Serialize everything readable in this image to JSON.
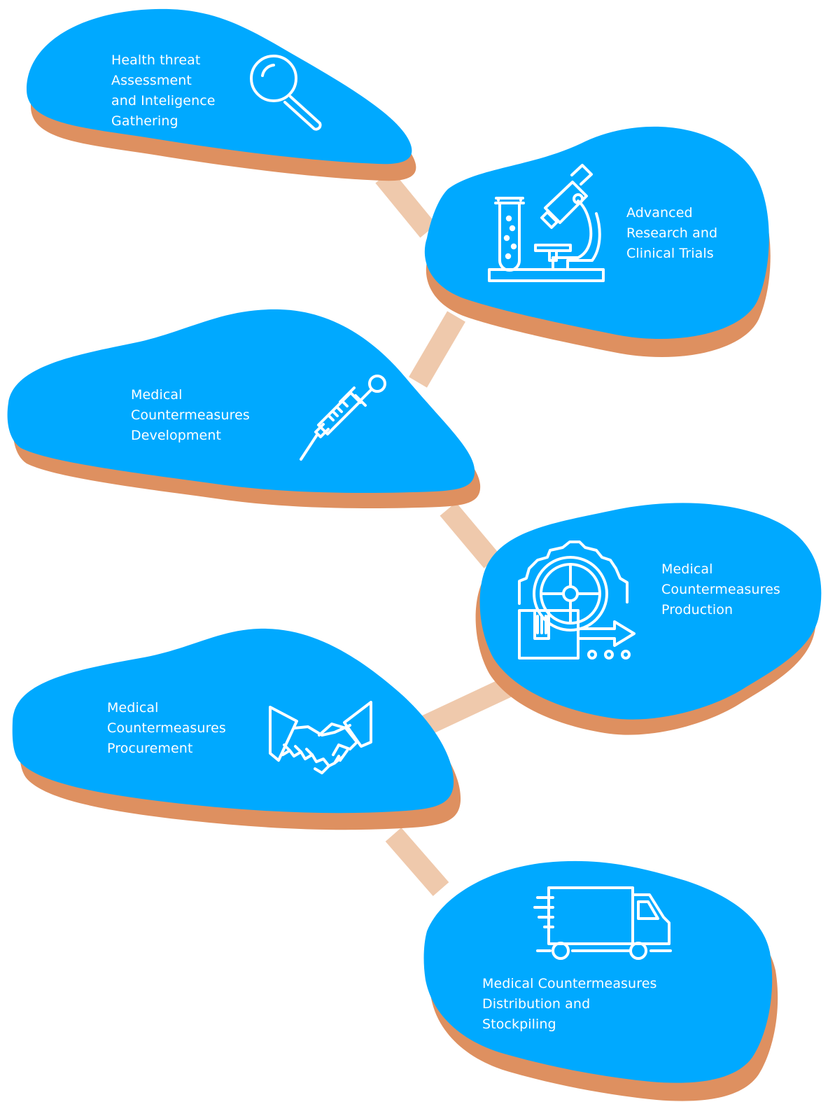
{
  "colors": {
    "background": "#ffffff",
    "blob_fill": "#00a9ff",
    "blob_shadow": "#de9060",
    "connector": "#efc9ac",
    "icon_stroke": "#ffffff",
    "text": "#ffffff"
  },
  "steps": [
    {
      "id": "health-threat",
      "icon": "magnifier-icon",
      "lines": [
        "Health threat",
        "Assessment",
        "and Inteligence",
        "Gathering"
      ]
    },
    {
      "id": "advanced-research",
      "icon": "microscope-test-tube-icon",
      "lines": [
        "Advanced",
        "Research and",
        "Clinical Trials"
      ]
    },
    {
      "id": "development",
      "icon": "syringe-icon",
      "lines": [
        "Medical",
        "Countermeasures",
        "Development"
      ]
    },
    {
      "id": "production",
      "icon": "gear-box-production-icon",
      "lines": [
        "Medical",
        "Countermeasures",
        "Production"
      ]
    },
    {
      "id": "procurement",
      "icon": "handshake-icon",
      "lines": [
        "Medical",
        "Countermeasures",
        "Procurement"
      ]
    },
    {
      "id": "distribution",
      "icon": "delivery-truck-icon",
      "lines": [
        "Medical Countermeasures",
        "Distribution and",
        "Stockpiling"
      ]
    }
  ]
}
